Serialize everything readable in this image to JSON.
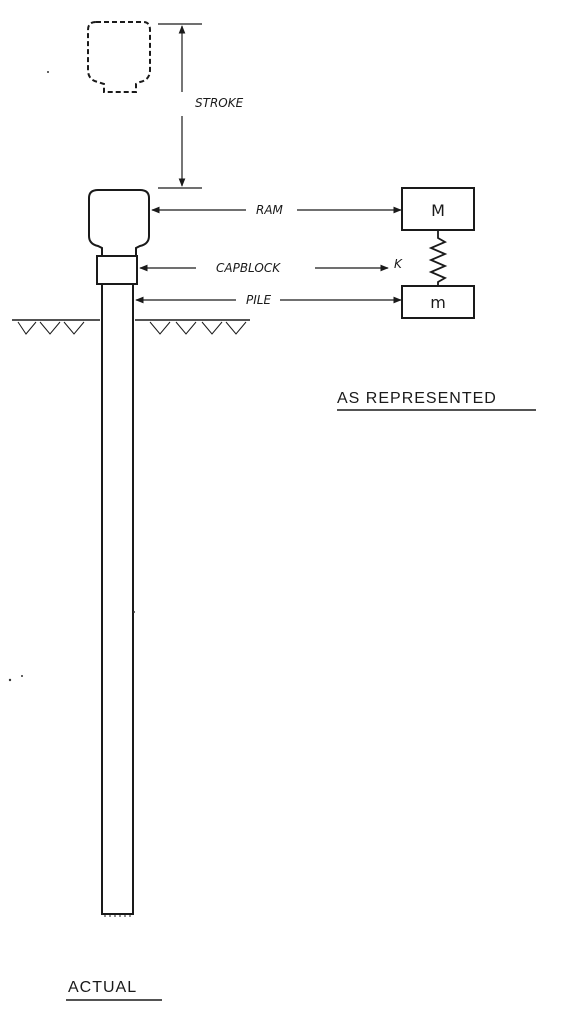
{
  "labels": {
    "stroke": "STROKE",
    "ram": "RAM",
    "capblock": "CAPBLOCK",
    "k": "K",
    "pile": "PILE",
    "mass_ram": "M",
    "mass_pile": "m",
    "as_represented": "AS REPRESENTED",
    "actual": "ACTUAL"
  }
}
